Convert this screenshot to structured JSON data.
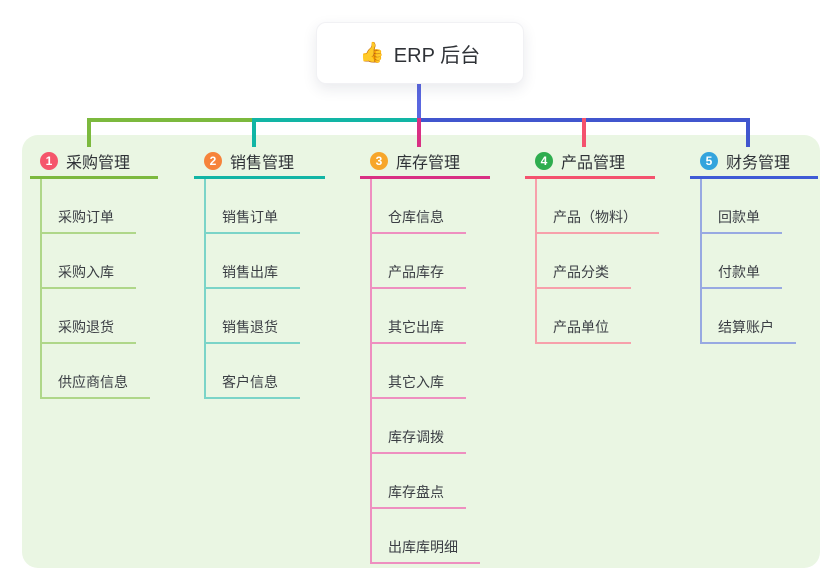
{
  "root": {
    "icon": "👍",
    "label": "ERP 后台"
  },
  "branches": [
    {
      "badge": "1",
      "label": "采购管理",
      "badge_color": "#F5566B",
      "line_color": "#7CB93E",
      "light_line_color": "#AFD789",
      "items": [
        "采购订单",
        "采购入库",
        "采购退货",
        "供应商信息"
      ]
    },
    {
      "badge": "2",
      "label": "销售管理",
      "badge_color": "#F6833B",
      "line_color": "#12B5A5",
      "light_line_color": "#7BD4C8",
      "items": [
        "销售订单",
        "销售出库",
        "销售退货",
        "客户信息"
      ]
    },
    {
      "badge": "3",
      "label": "库存管理",
      "badge_color": "#F7A62A",
      "line_color": "#D93084",
      "light_line_color": "#EE8FC0",
      "items": [
        "仓库信息",
        "产品库存",
        "其它出库",
        "其它入库",
        "库存调拨",
        "库存盘点",
        "出库库明细"
      ]
    },
    {
      "badge": "4",
      "label": "产品管理",
      "badge_color": "#2FAD4F",
      "line_color": "#F4526E",
      "light_line_color": "#F7A0AB",
      "items": [
        "产品（物料）",
        "产品分类",
        "产品单位"
      ]
    },
    {
      "badge": "5",
      "label": "财务管理",
      "badge_color": "#33A4DD",
      "line_color": "#3F5BD6",
      "light_line_color": "#98A9E2",
      "items": [
        "回款单",
        "付款单",
        "结算账户"
      ]
    }
  ],
  "palette": {
    "panel_background": "#EAF6E3",
    "root_connector": "#5A67E0",
    "bus_left": "#7CB93E",
    "bus_middle": "#12B5A5",
    "bus_right": "#4156CE",
    "text_primary": "#2f3237",
    "text_secondary": "#3b3e44"
  }
}
